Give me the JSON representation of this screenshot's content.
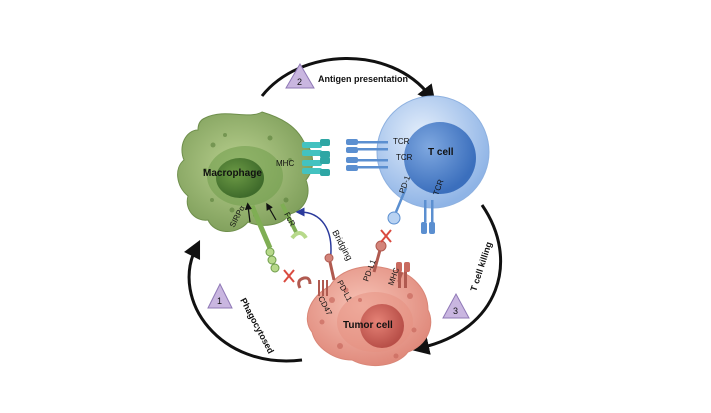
{
  "cells": {
    "macrophage": "Macrophage",
    "t_cell": "T cell",
    "tumor_cell": "Tumor cell"
  },
  "receptors": {
    "mhc_macrophage": "MHC",
    "tcr_1": "TCR",
    "tcr_2": "TCR",
    "tcr_3": "TCR",
    "pd1": "PD-1",
    "fcr": "FcR",
    "sirpa": "SIRPα",
    "pdl1": "PD-L1",
    "cd47": "CD47",
    "pdl1_b": "PD-L1",
    "mhc_tumor": "MHC"
  },
  "processes": {
    "step1_number": "1",
    "step1_label": "Phagocytosed",
    "step2_number": "2",
    "step2_label": "Antigen presentation",
    "step3_number": "3",
    "step3_label": "T cell killing",
    "bridging": "Bridging"
  },
  "colors": {
    "macrophage": "#8fb06a",
    "macrophage_nucleus": "#5e8c3f",
    "t_cell": "#a9c8ef",
    "t_cell_nucleus": "#4f86cf",
    "tumor": "#f0a898",
    "tumor_nucleus": "#d0665d",
    "triangle": "#c9b6e0",
    "receptor_blue": "#5b8fd0",
    "receptor_teal": "#43c2c0"
  }
}
